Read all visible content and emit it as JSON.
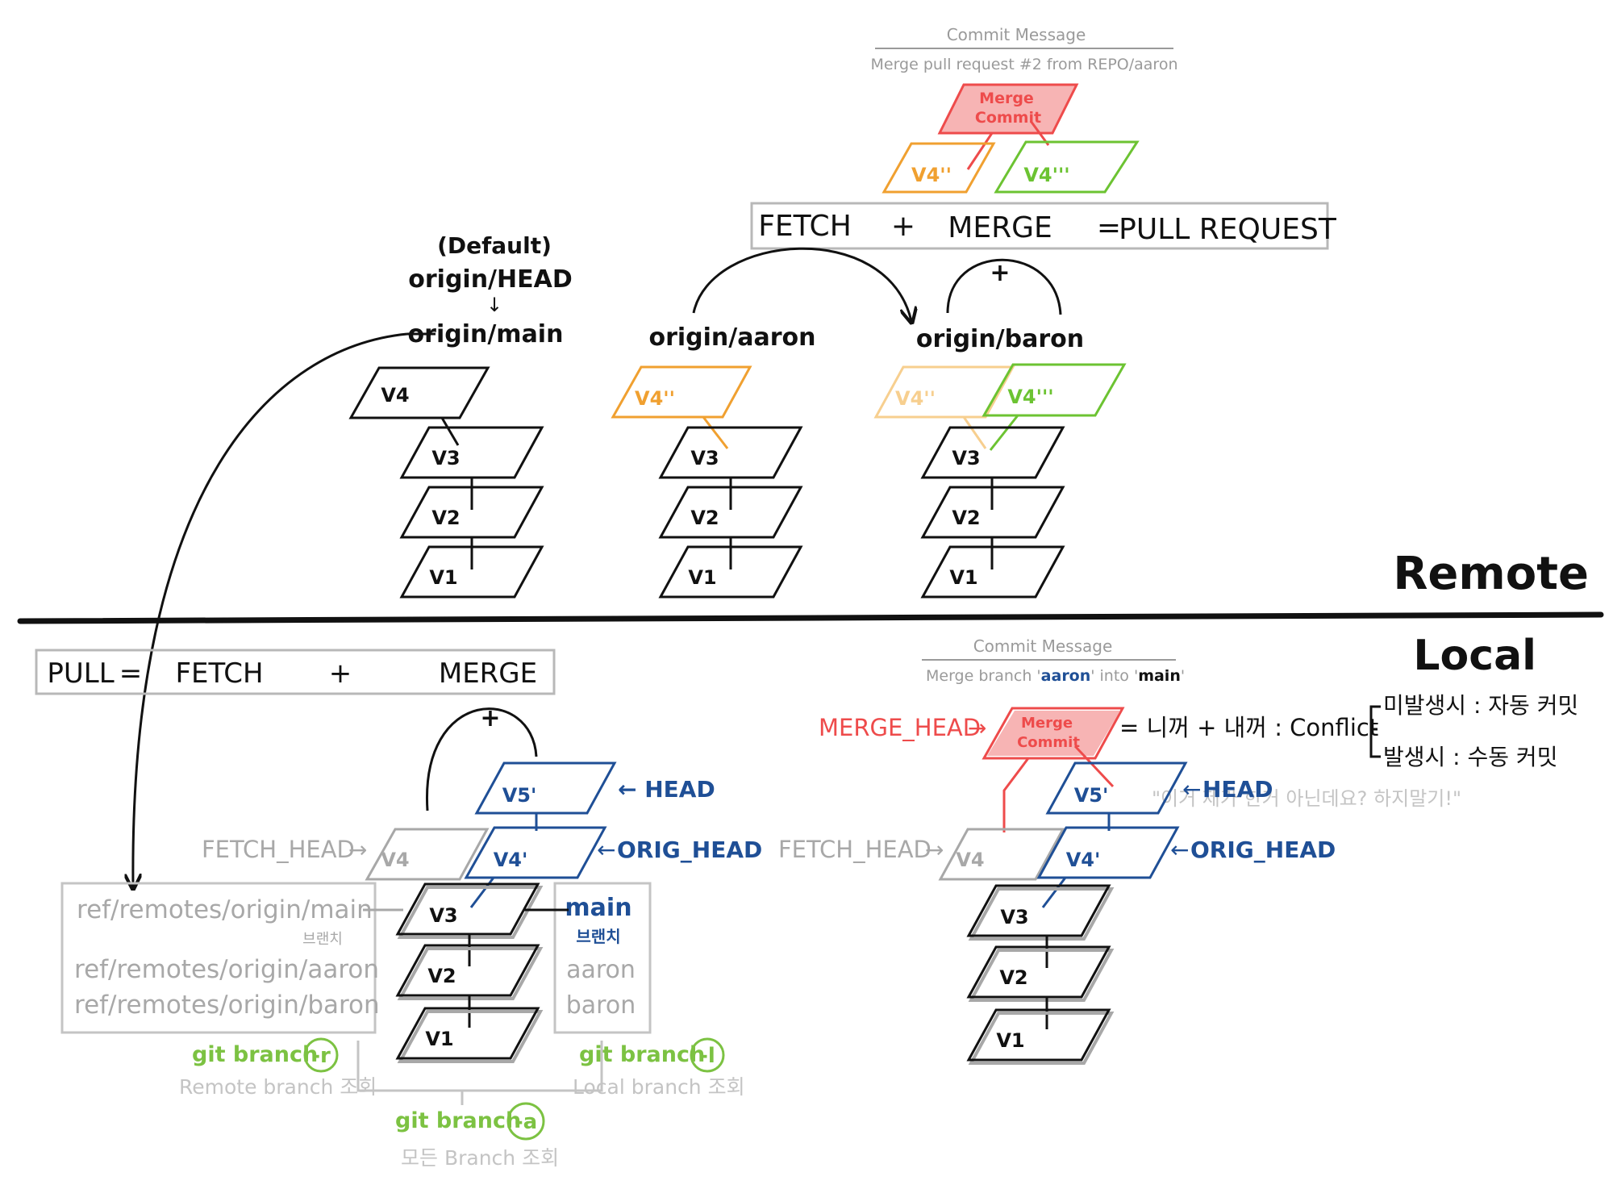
{
  "colors": {
    "ink": "#111111",
    "gray": "#a8a8a8",
    "light_gray": "#c4c4c4",
    "orange": "#f0a030",
    "light_orange": "#f7cf8f",
    "green": "#6cc332",
    "red": "#ee4b4b",
    "red_fill": "#f7b4b4",
    "blue": "#1f4f96",
    "git_green": "#7cc242"
  },
  "sections": {
    "remote": "Remote",
    "local": "Local"
  },
  "remote_top": {
    "commit_message_title": "Commit Message",
    "commit_message_text": "Merge pull request #2 from REPO/aaron",
    "merge_commit": "Merge\nCommit",
    "merge_commit_line1": "Merge",
    "merge_commit_line2": "Commit",
    "parent_left": "V4''",
    "parent_right": "V4'''",
    "equation": {
      "fetch": "FETCH",
      "plus": "+",
      "merge": "MERGE",
      "equals": "=",
      "result": "PULL REQUEST"
    },
    "merge_plus": "+"
  },
  "remote_branches": {
    "main": {
      "default_note": "(Default)",
      "head_label": "origin/HEAD",
      "arrow": "↓",
      "label": "origin/main",
      "commits": [
        "V4",
        "V3",
        "V2",
        "V1"
      ]
    },
    "aaron": {
      "label": "origin/aaron",
      "commits": [
        "V4''",
        "V3",
        "V2",
        "V1"
      ]
    },
    "baron": {
      "label": "origin/baron",
      "commits": [
        "V4''",
        "V4'''",
        "V3",
        "V2",
        "V1"
      ]
    }
  },
  "local_left": {
    "equation": {
      "pull": "PULL",
      "equals": "=",
      "fetch": "FETCH",
      "plus": "+",
      "merge": "MERGE"
    },
    "merge_plus": "+",
    "fetch_head": "FETCH_HEAD",
    "head": "HEAD",
    "orig_head": "ORIG_HEAD",
    "commits": {
      "v5": "V5'",
      "v4_fetch": "V4",
      "v4_local": "V4'",
      "v3": "V3",
      "v2": "V2",
      "v1": "V1"
    },
    "remote_refs": {
      "items": [
        "ref/remotes/origin/main",
        "ref/remotes/origin/aaron",
        "ref/remotes/origin/baron"
      ],
      "sub_label": "브랜치"
    },
    "local_refs": {
      "main": "main",
      "sub_label": "브랜치",
      "aaron": "aaron",
      "baron": "baron"
    },
    "git_commands": {
      "remote": {
        "cmd": "git branch",
        "flag": "-r",
        "desc": "Remote branch 조회"
      },
      "local": {
        "cmd": "git branch",
        "flag": "-l",
        "desc": "Local branch 조회"
      },
      "all": {
        "cmd": "git branch",
        "flag": "-a",
        "desc": "모든 Branch 조회"
      }
    }
  },
  "local_right": {
    "commit_message_title": "Commit Message",
    "commit_message_prefix": "Merge branch '",
    "commit_message_branch": "aaron",
    "commit_message_mid": "' into '",
    "commit_message_target": "main",
    "commit_message_suffix": "'",
    "merge_head": "MERGE_HEAD",
    "merge_commit_line1": "Merge",
    "merge_commit_line2": "Commit",
    "formula": "= 니꺼 + 내꺼 : Conflict",
    "no_conflict": "미발생시 : 자동 커밋",
    "conflict": "발생시 : 수동 커밋",
    "quote": "\"이거 제가 한거 아닌데요? 하지말기!\"",
    "fetch_head": "FETCH_HEAD",
    "head": "HEAD",
    "orig_head": "ORIG_HEAD",
    "commits": {
      "v5": "V5'",
      "v4_fetch": "V4",
      "v4_local": "V4'",
      "v3": "V3",
      "v2": "V2",
      "v1": "V1"
    }
  }
}
